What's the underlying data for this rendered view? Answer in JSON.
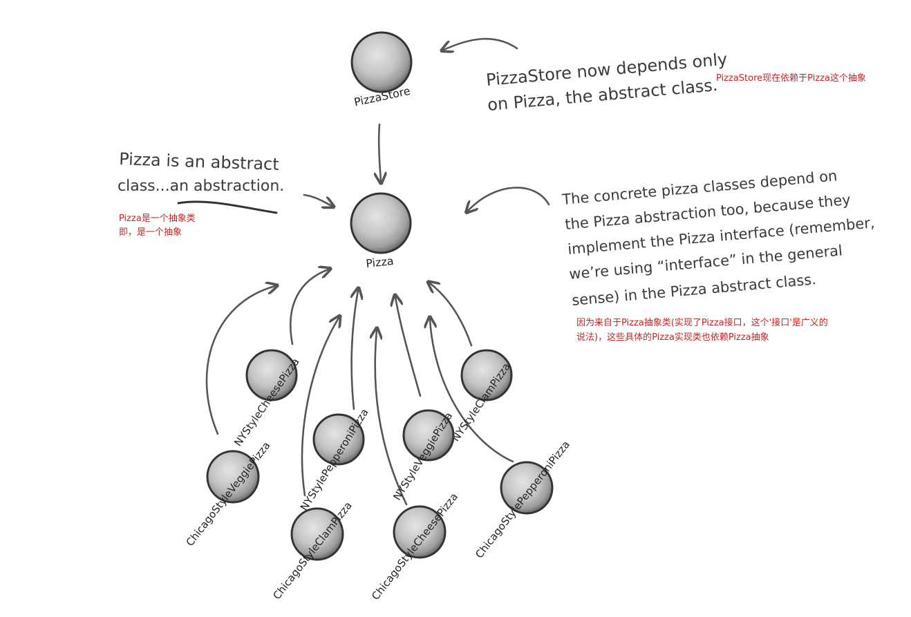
{
  "nodes": {
    "pizzastore": "PizzaStore",
    "pizza": "Pizza",
    "ny_cheese": "NYStyleCheesePizza",
    "ny_clam": "NYStyleClamPizza",
    "ny_pepperoni": "NYStylePepperoniPizza",
    "ny_veggie": "NYStyleVeggiePizza",
    "chicago_veggie": "ChicagoStyleVeggiePizza",
    "chicago_clam": "ChicagoStyleClamPizza",
    "chicago_cheese": "ChicagoStyleCheesePizza",
    "chicago_pepperoni": "ChicagoStylePepperoniPizza"
  },
  "notes": {
    "store_line1": "PizzaStore now depends only",
    "store_line2": "on Pizza, the abstract class.",
    "store_zh": "PizzaStore现在依赖于Pizza这个抽象",
    "pizza_line1": "Pizza is an abstract",
    "pizza_line2": "class...an abstraction.",
    "pizza_zh1": "Pizza是一个抽象类",
    "pizza_zh2": "即，是一个抽象",
    "concrete_line1": "The concrete pizza classes depend on",
    "concrete_line2": "the Pizza abstraction too, because they",
    "concrete_line3": "implement the Pizza interface (remember,",
    "concrete_line4": "we’re using “interface” in the general",
    "concrete_line5": "sense) in the Pizza abstract class.",
    "concrete_zh1": "因为来自于Pizza抽象类(实现了Pizza接口，这个'接口'是广义的",
    "concrete_zh2": "说法)，这些具体的Pizza实现类也依赖Pizza抽象"
  },
  "colors": {
    "note_text": "#3a3a3a",
    "chinese_note": "#cc2222",
    "arrow": "#555555"
  }
}
